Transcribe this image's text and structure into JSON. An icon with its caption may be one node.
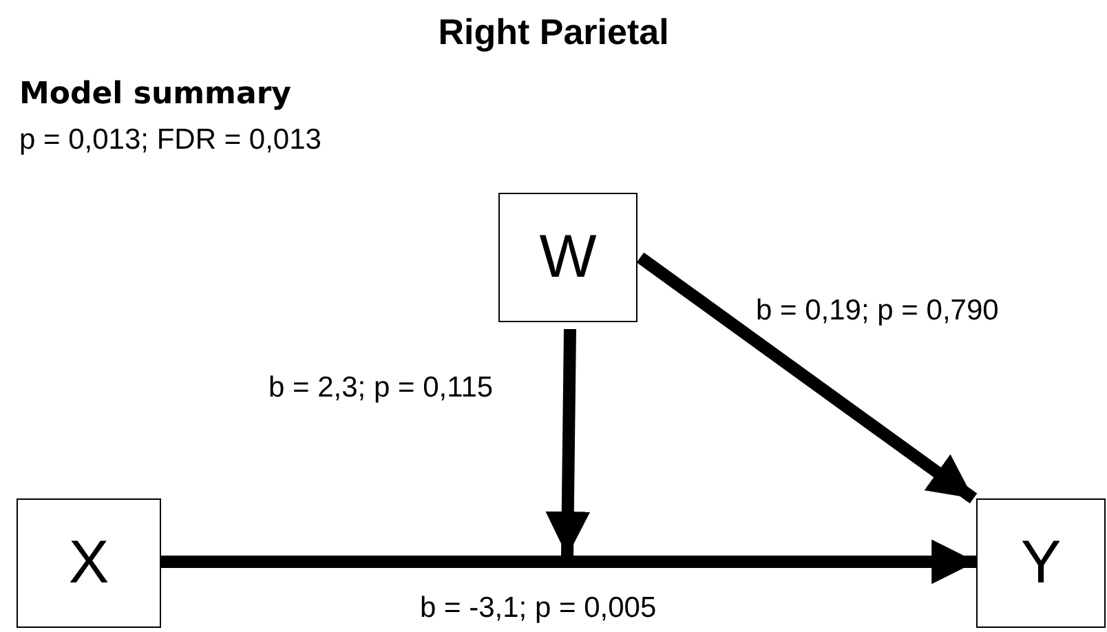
{
  "diagram": {
    "title": "Right Parietal",
    "nodes": [
      {
        "text": [
          "W"
        ]
      },
      {
        "text": [
          "X"
        ]
      },
      {
        "text": [
          "Y"
        ]
      }
    ],
    "edges": [
      {
        "from": 1,
        "to": 2,
        "arrow": "to",
        "label": "b = -3,1; p = 0,005"
      },
      {
        "from": 0,
        "to": null,
        "arrow": "to",
        "label": "b = 2,3; p = 0,115"
      },
      {
        "from": 0,
        "to": 2,
        "arrow": "to",
        "label": "b = 0,19; p = 0,790"
      }
    ],
    "labels": [
      "Model summary",
      "p = 0,013; FDR = 0,013"
    ]
  }
}
